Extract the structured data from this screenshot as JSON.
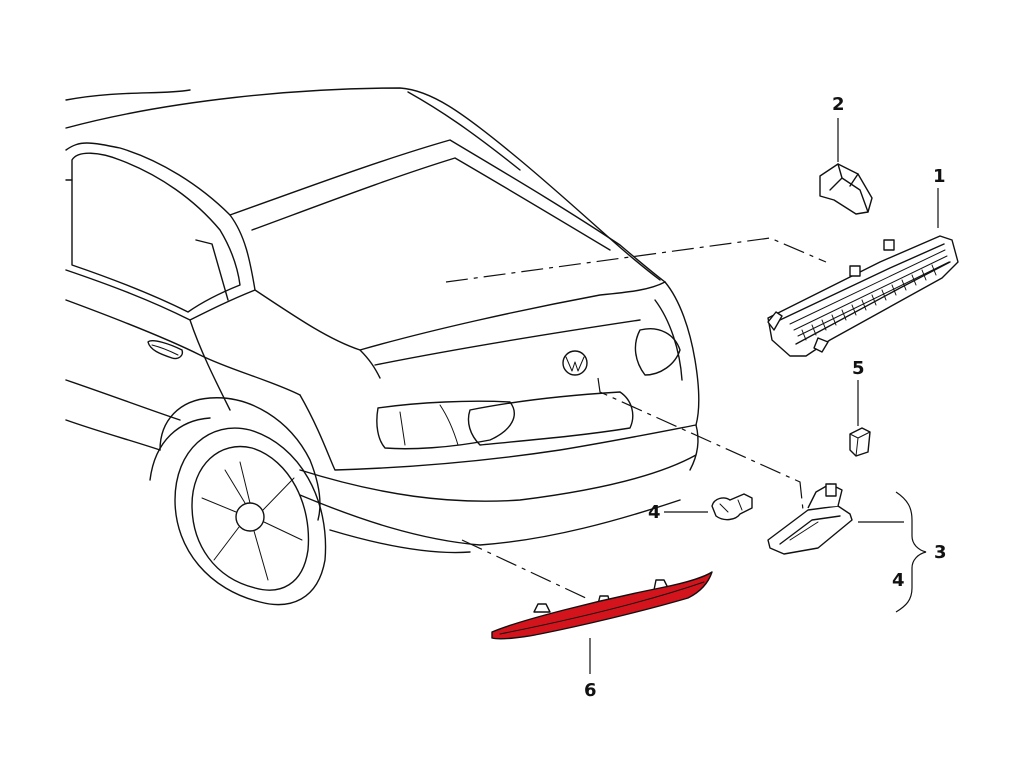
{
  "callouts": {
    "c1": "1",
    "c2": "2",
    "c3": "3",
    "c4a": "4",
    "c4b": "4",
    "c5": "5",
    "c6": "6"
  },
  "colors": {
    "highlight": "#d4141c",
    "line": "#111111",
    "background": "#ffffff"
  }
}
